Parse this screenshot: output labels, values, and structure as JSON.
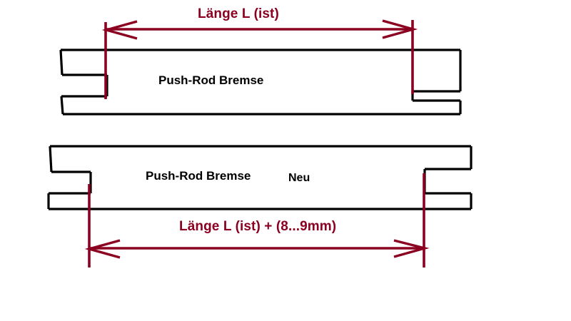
{
  "diagram": {
    "title_top_dimension": "Länge L (ist)",
    "title_bottom_dimension": "Länge L (ist) + (8...9mm)",
    "colors": {
      "dimension_red": "#8B0020",
      "outline_black": "#000000",
      "background": "#ffffff"
    },
    "parts": [
      {
        "id": "push-rod-existing",
        "label": "Push-Rod Bremse",
        "dimension_label": "Länge L (ist)",
        "dimension_position": "above"
      },
      {
        "id": "push-rod-new",
        "label": "Push-Rod Bremse",
        "annotation": "Neu",
        "dimension_label": "Länge L (ist) + (8...9mm)",
        "dimension_position": "below"
      }
    ]
  }
}
